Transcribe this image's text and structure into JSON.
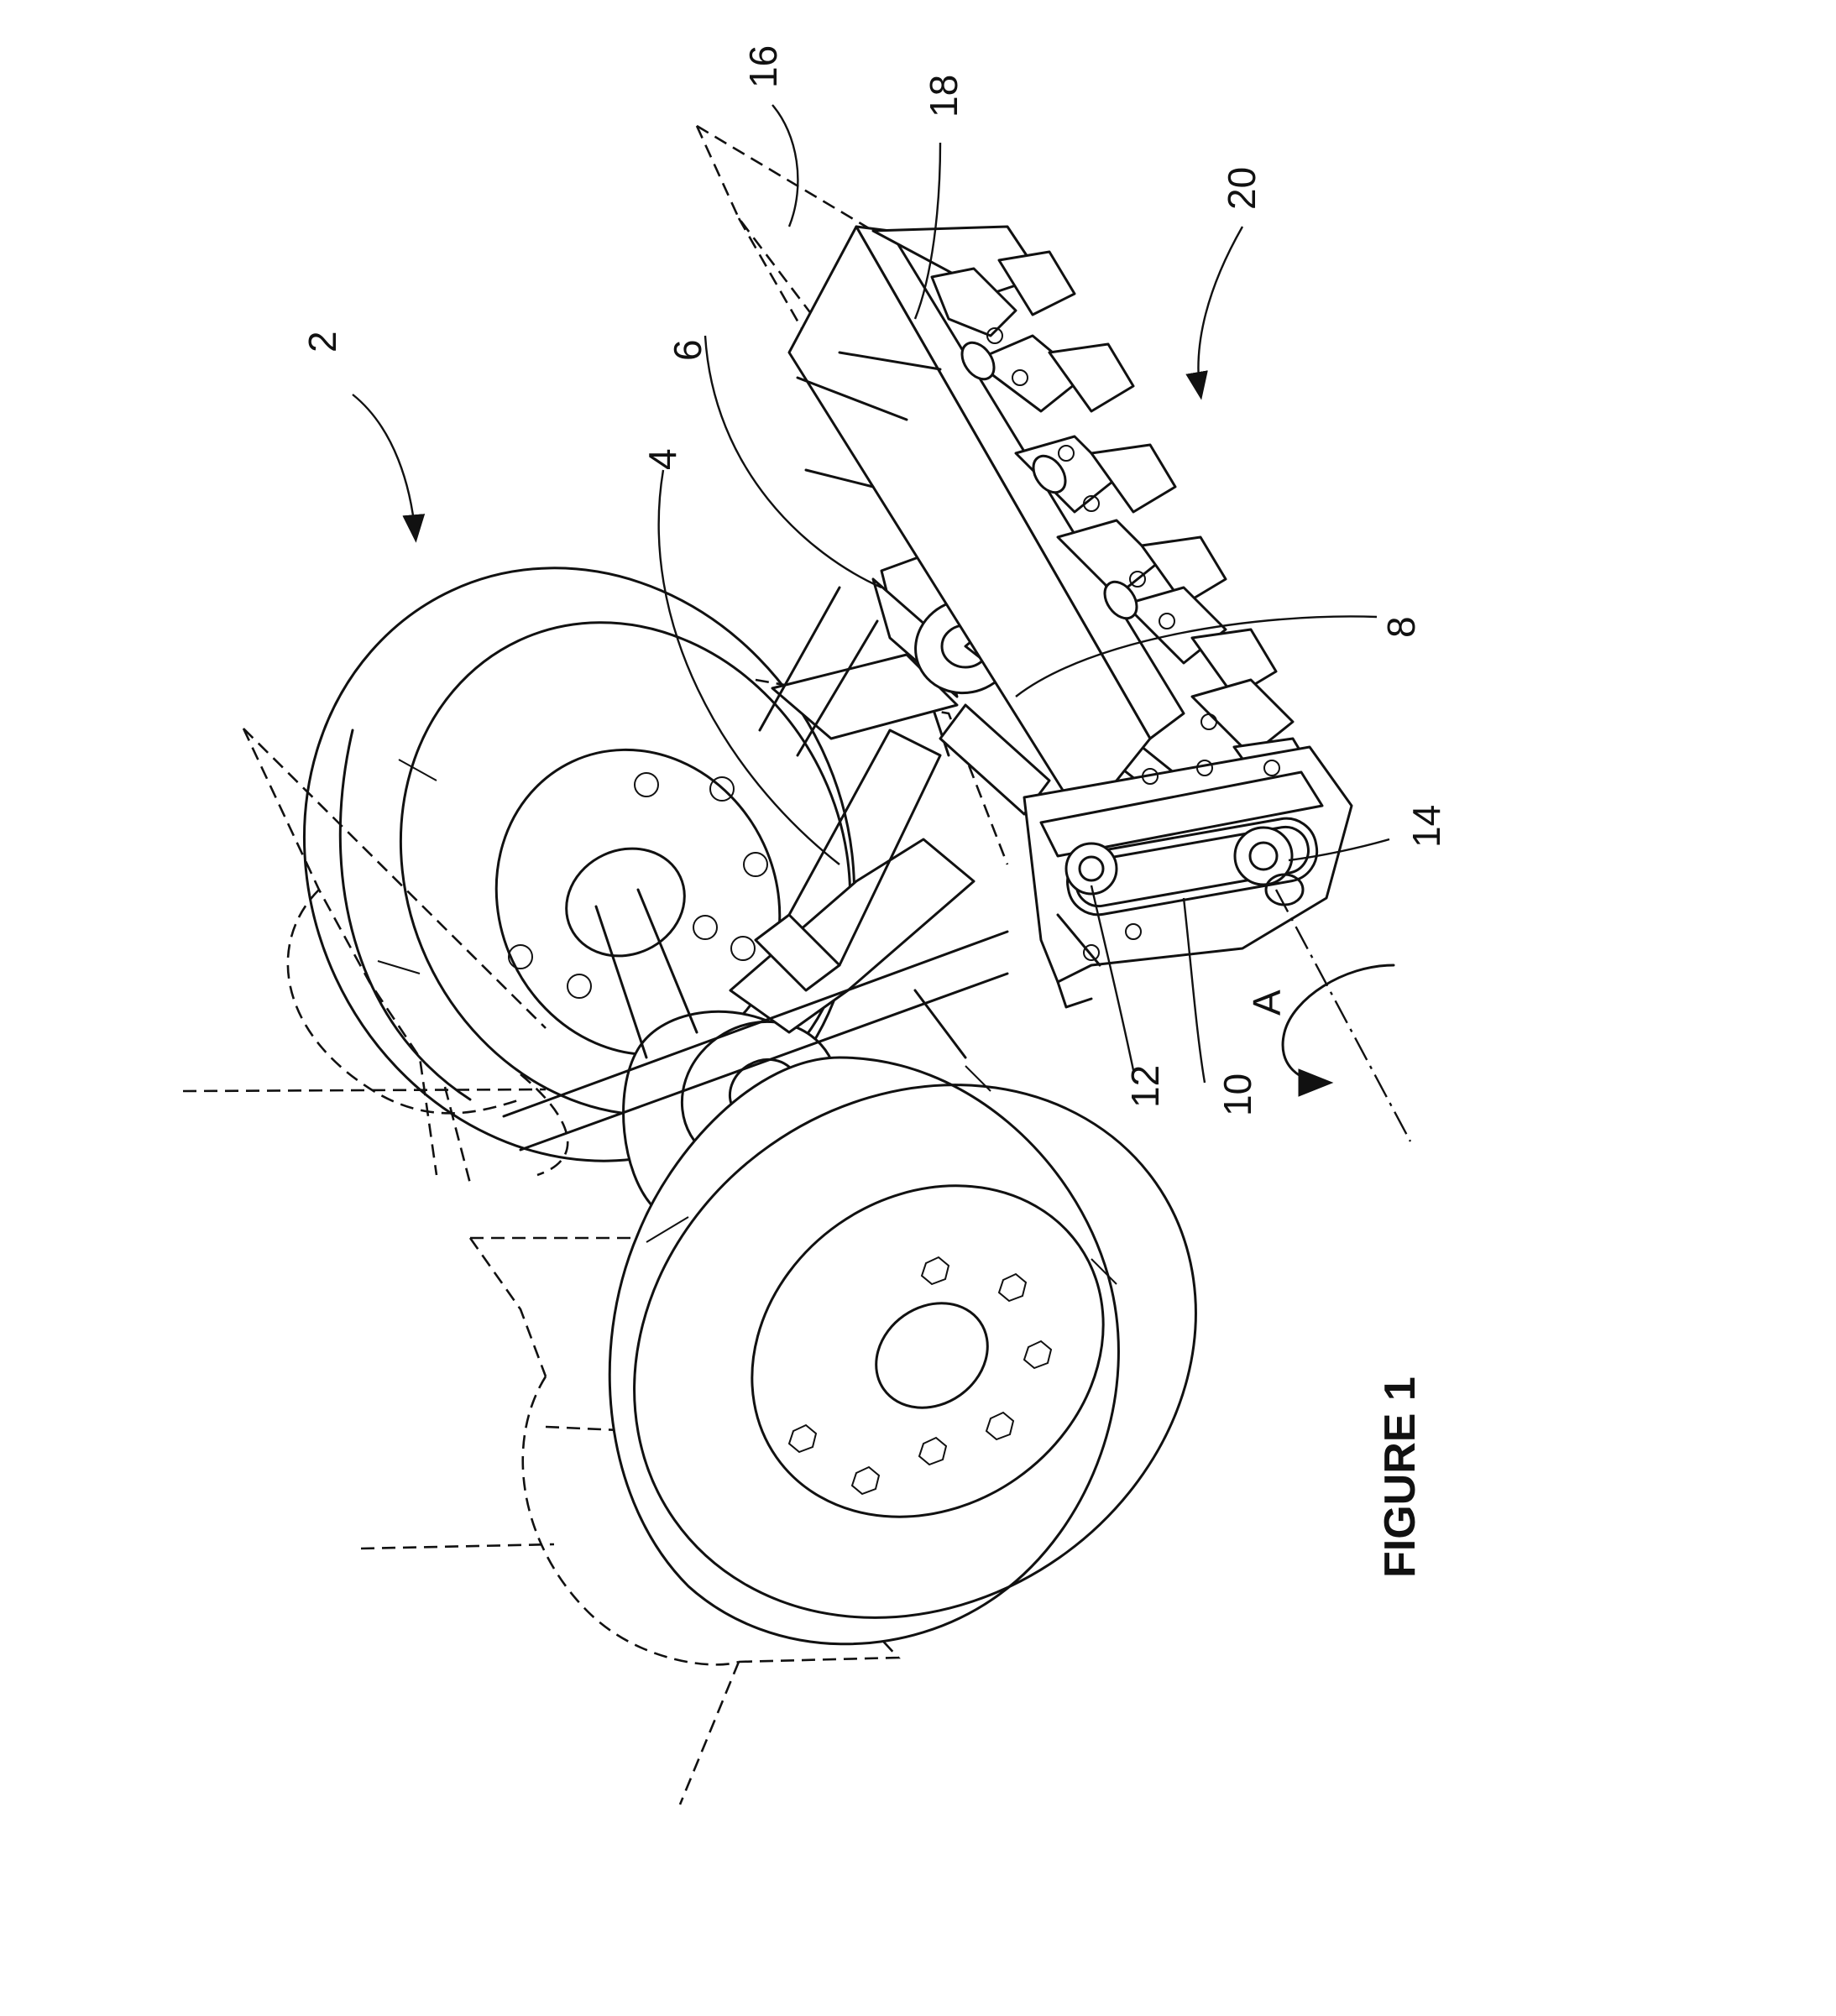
{
  "figure": {
    "caption": "FIGURE 1",
    "reference_numerals": {
      "ref_2": "2",
      "ref_4": "4",
      "ref_6": "6",
      "ref_8": "8",
      "ref_10": "10",
      "ref_12": "12",
      "ref_14": "14",
      "ref_16": "16",
      "ref_18": "18",
      "ref_20": "20",
      "ref_A": "A"
    }
  }
}
